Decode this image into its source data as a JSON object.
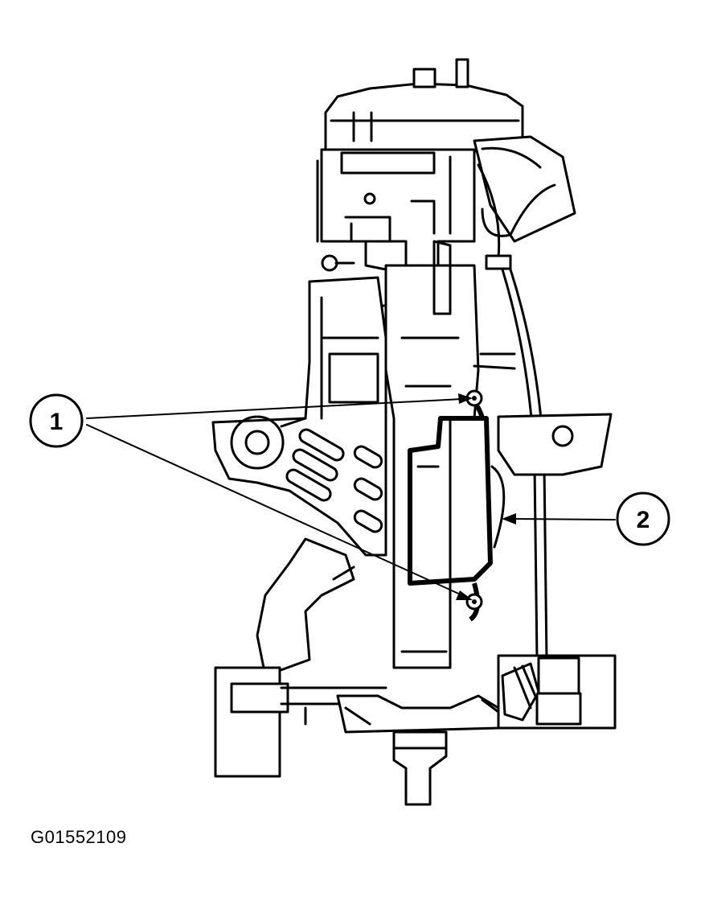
{
  "callouts": [
    {
      "id": "callout-1",
      "label": "1"
    },
    {
      "id": "callout-2",
      "label": "2"
    }
  ],
  "figure_code": "G01552109",
  "colors": {
    "ink": "#000000",
    "paper": "#ffffff"
  }
}
